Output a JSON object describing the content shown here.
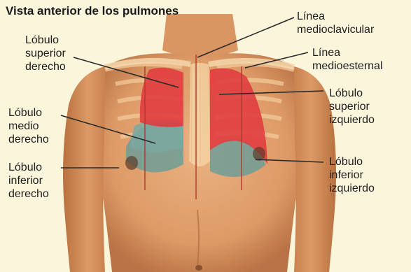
{
  "title": "Vista anterior de los pulmones",
  "labels": {
    "rul": [
      "Lóbulo",
      "superior",
      "derecho"
    ],
    "rml": [
      "Lóbulo",
      "medio",
      "derecho"
    ],
    "rll": [
      "Lóbulo",
      "inferior",
      "derecho"
    ],
    "mcl": [
      "Línea",
      "medioclavicular"
    ],
    "msl": [
      "Línea",
      "medioesternal"
    ],
    "lul": [
      "Lóbulo",
      "superior",
      "izquierdo"
    ],
    "lll": [
      "Lóbulo",
      "inferior",
      "izquierdo"
    ]
  },
  "colors": {
    "background": "#fbf5dc",
    "skin": "#e2a06e",
    "upper_lobe": "#e03a3e",
    "lower_lobe": "#6f9c96",
    "leader_line": "#2a2a2a"
  }
}
